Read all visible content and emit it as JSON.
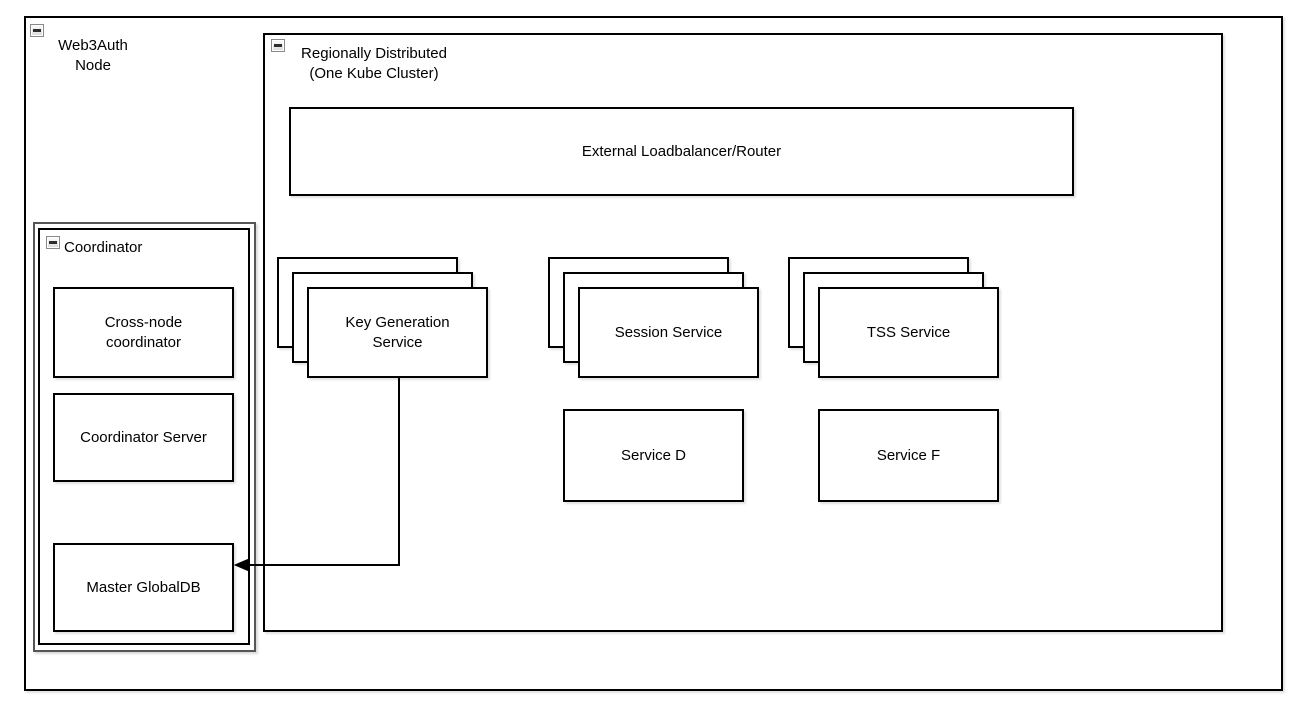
{
  "diagram": {
    "outer": {
      "title_line1": "Web3Auth",
      "title_line2": "Node"
    },
    "coordinator": {
      "title": "Coordinator",
      "boxes": [
        "Cross-node coordinator",
        "Coordinator Server",
        "Master GlobalDB"
      ]
    },
    "cluster": {
      "title_line1": "Regionally Distributed",
      "title_line2": "(One Kube Cluster)",
      "loadbalancer": "External Loadbalancer/Router",
      "stacks": [
        "Key Generation Service",
        "Session Service",
        "TSS Service"
      ],
      "services": [
        "Service D",
        "Service F"
      ]
    },
    "edge": {
      "from": "Key Generation Service",
      "to": "Master GlobalDB",
      "direction": "arrow-into-master-globaldb"
    },
    "icons": {
      "collapse": "minus"
    },
    "colors": {
      "stroke": "#000000",
      "fill": "#ffffff",
      "collapse_background": "#d9d9d9"
    }
  }
}
